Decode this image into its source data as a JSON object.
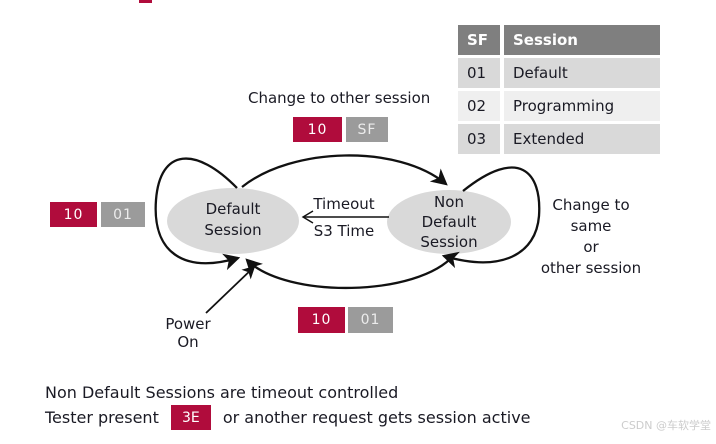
{
  "colors": {
    "crimson": "#b00c3c",
    "gray_box": "#9b9b9b",
    "ellipse_fill": "#d9d9d9",
    "table_header_bg": "#7f7f7f",
    "row_dark": "#d9d9d9",
    "row_light": "#efefef",
    "text": "#1a1a24",
    "watermark": "#cccccc"
  },
  "table": {
    "headers": [
      "SF",
      "Session"
    ],
    "rows": [
      [
        "01",
        "Default"
      ],
      [
        "02",
        "Programming"
      ],
      [
        "03",
        "Extended"
      ]
    ]
  },
  "diagram": {
    "top_label": "Change to other session",
    "default_state": "Default\nSession",
    "non_default_state": "Non\nDefault\nSession",
    "timeout_label": "Timeout",
    "s3_label": "S3 Time",
    "right_label": "Change to\nsame\nor\nother session",
    "power_label": "Power\nOn",
    "boxes": {
      "top": {
        "service": "10",
        "param": "SF"
      },
      "left": {
        "service": "10",
        "param": "01"
      },
      "bottom": {
        "service": "10",
        "param": "01"
      }
    }
  },
  "footer": {
    "line1": "Non Default Sessions are timeout controlled",
    "line2_prefix": "Tester present",
    "line2_box": "3E",
    "line2_suffix": "or another request gets session active"
  },
  "watermark": "CSDN @车软学堂"
}
